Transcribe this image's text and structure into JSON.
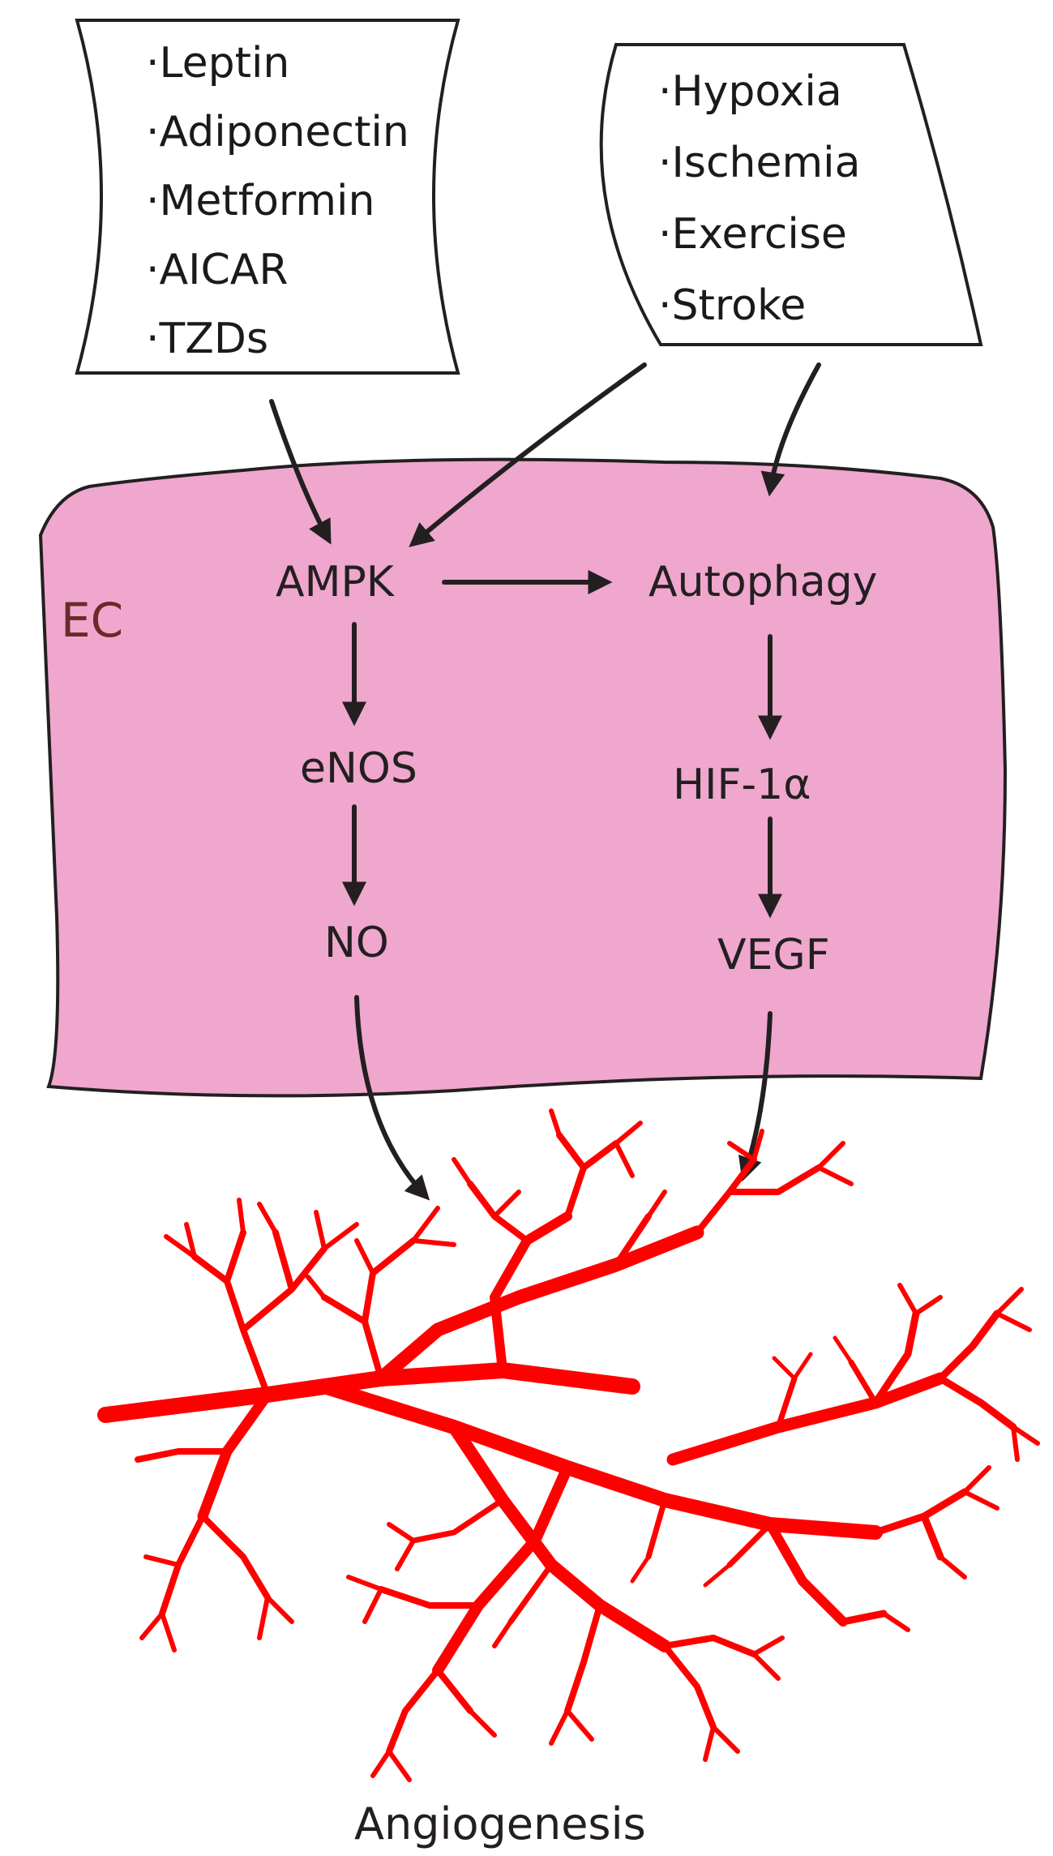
{
  "stimuli_left": {
    "items": [
      "·Leptin",
      "·Adiponectin",
      "·Metformin",
      "·AICAR",
      "·TZDs"
    ]
  },
  "stimuli_right": {
    "items": [
      "·Hypoxia",
      "·Ischemia",
      "·Exercise",
      "·Stroke"
    ]
  },
  "cell": {
    "label": "EC",
    "fill_color": "#efa7cd"
  },
  "nodes": {
    "ampk": "AMPK",
    "autophagy": "Autophagy",
    "enos": "eNOS",
    "hif": "HIF-1α",
    "no": "NO",
    "vegf": "VEGF"
  },
  "outcome": {
    "label": "Angiogenesis",
    "vessel_color": "#ff0000"
  }
}
